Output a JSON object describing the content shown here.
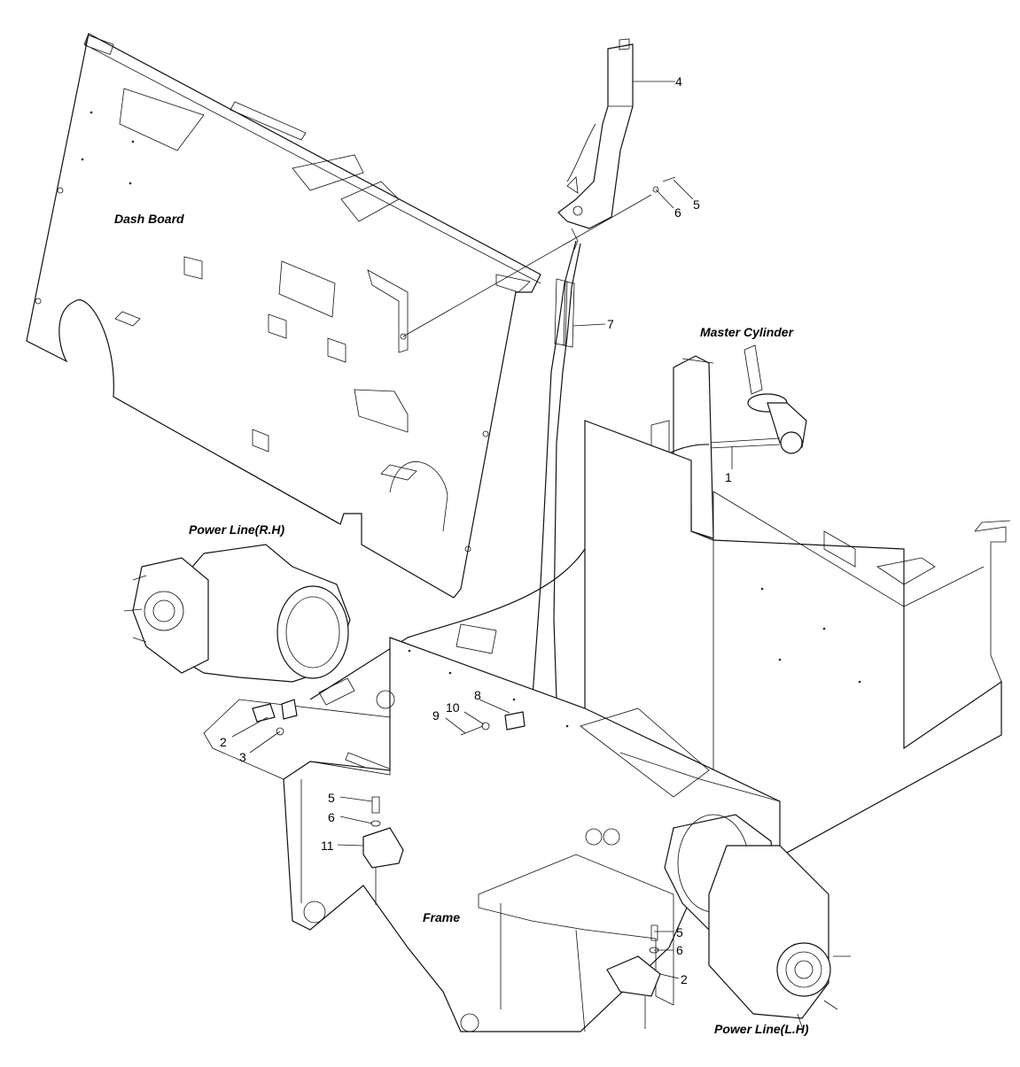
{
  "labels": {
    "dash_board": "Dash Board",
    "master_cylinder": "Master Cylinder",
    "power_line_rh": "Power Line(R.H)",
    "power_line_lh": "Power Line(L.H)",
    "frame": "Frame"
  },
  "callouts": {
    "c1": "1",
    "c2a": "2",
    "c2b": "2",
    "c3": "3",
    "c4": "4",
    "c5a": "5",
    "c5b": "5",
    "c5c": "5",
    "c6a": "6",
    "c6b": "6",
    "c6c": "6",
    "c7": "7",
    "c8": "8",
    "c9": "9",
    "c10": "10",
    "c11": "11"
  }
}
